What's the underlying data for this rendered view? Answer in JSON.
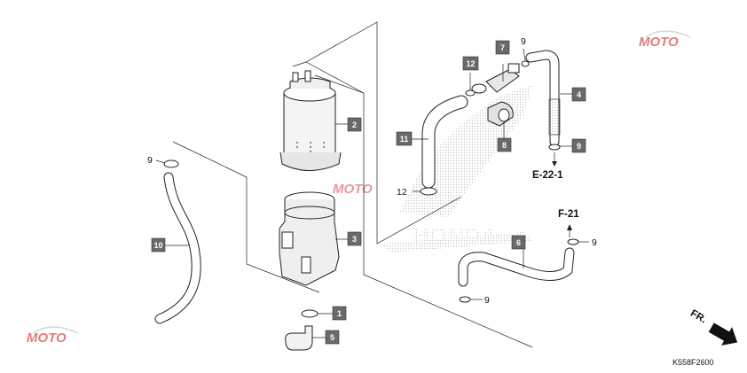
{
  "diagram": {
    "drawing_code": "K558F2600",
    "direction_label": "FR.",
    "refs": {
      "e22_1": "E-22-1",
      "f21": "F-21"
    },
    "callouts": [
      {
        "id": "c1",
        "num": "1"
      },
      {
        "id": "c2",
        "num": "2"
      },
      {
        "id": "c3",
        "num": "3"
      },
      {
        "id": "c4",
        "num": "4"
      },
      {
        "id": "c5",
        "num": "5"
      },
      {
        "id": "c6",
        "num": "6"
      },
      {
        "id": "c7",
        "num": "7"
      },
      {
        "id": "c8",
        "num": "8"
      },
      {
        "id": "c9",
        "num": "9"
      },
      {
        "id": "c10",
        "num": "10"
      },
      {
        "id": "c11",
        "num": "11"
      },
      {
        "id": "c12",
        "num": "12"
      }
    ],
    "plain_labels": [
      {
        "id": "p9a",
        "num": "9"
      },
      {
        "id": "p9b",
        "num": "9"
      },
      {
        "id": "p9c",
        "num": "9"
      },
      {
        "id": "p9d",
        "num": "9"
      },
      {
        "id": "p12",
        "num": "12"
      }
    ],
    "watermark": {
      "brand": "MOTO",
      "background_brand": "HONDA"
    }
  },
  "colors": {
    "callout_fill": "#6a6a6a",
    "line": "#222222",
    "watermark_red": "#d9534f",
    "watermark_grey": "#b8b8b8"
  }
}
